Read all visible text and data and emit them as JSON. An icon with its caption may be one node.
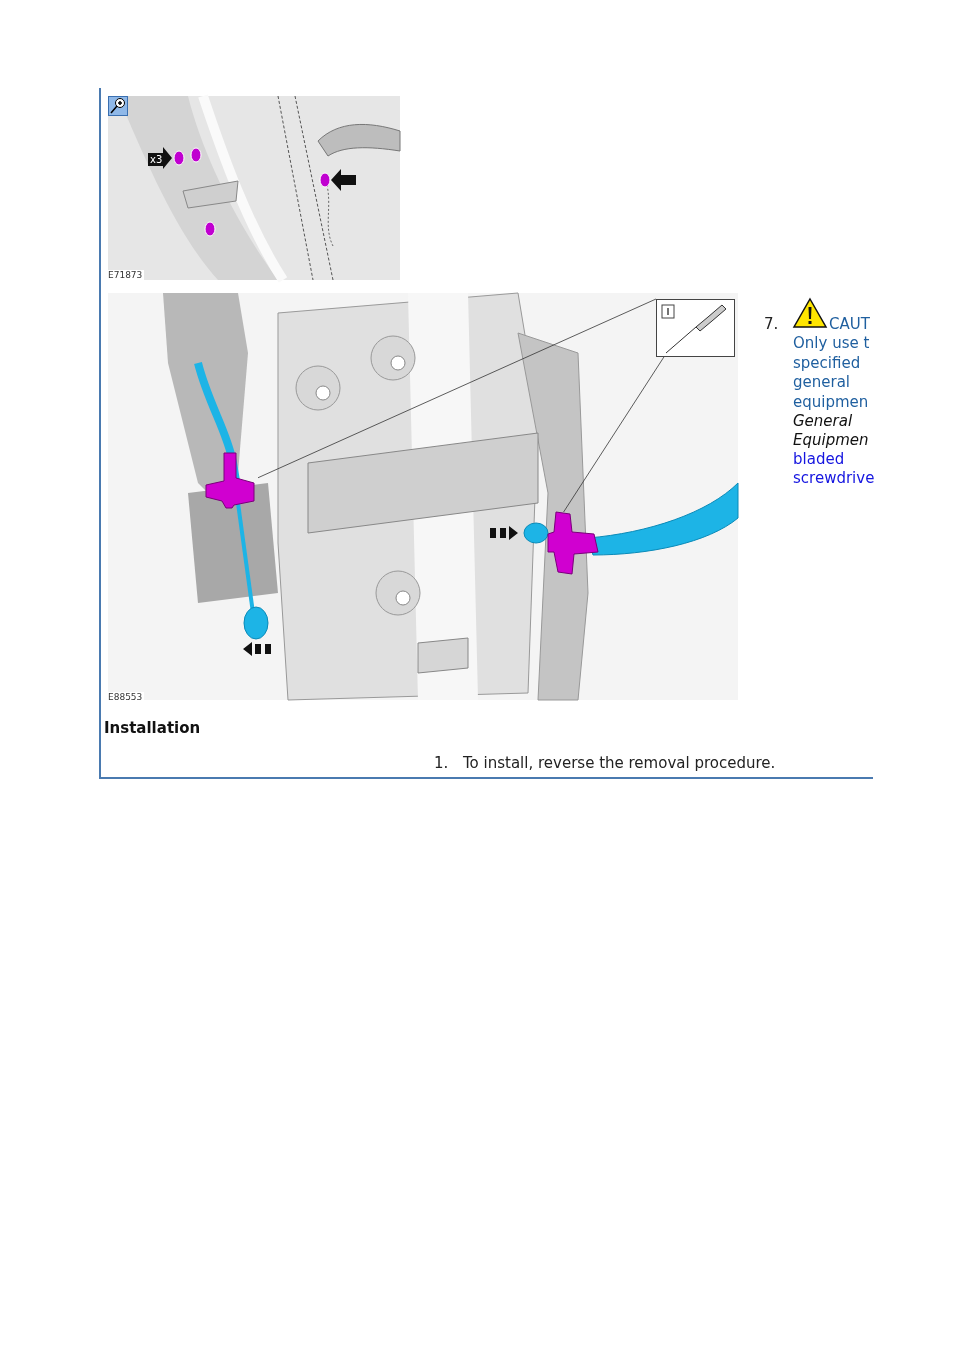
{
  "diagram": {
    "nodes": [
      {
        "text": [],
        "shape": "picture"
      },
      {
        "text": [],
        "shape": "picture"
      },
      {
        "text": [],
        "shape": "picture"
      }
    ],
    "edges": [
      {
        "from": 0,
        "to": 1,
        "arrow": "none"
      },
      {
        "from": 0,
        "to": 2,
        "arrow": "none"
      }
    ],
    "labels": [
      "x3",
      "E71873",
      "E88553",
      "7.",
      "CAUT",
      "Only use t",
      "specified",
      "general",
      "equipmen",
      "General",
      "Equipmen",
      "bladed",
      "screwdrive",
      "Installation",
      "1.",
      "To install, reverse the removal procedure."
    ]
  }
}
